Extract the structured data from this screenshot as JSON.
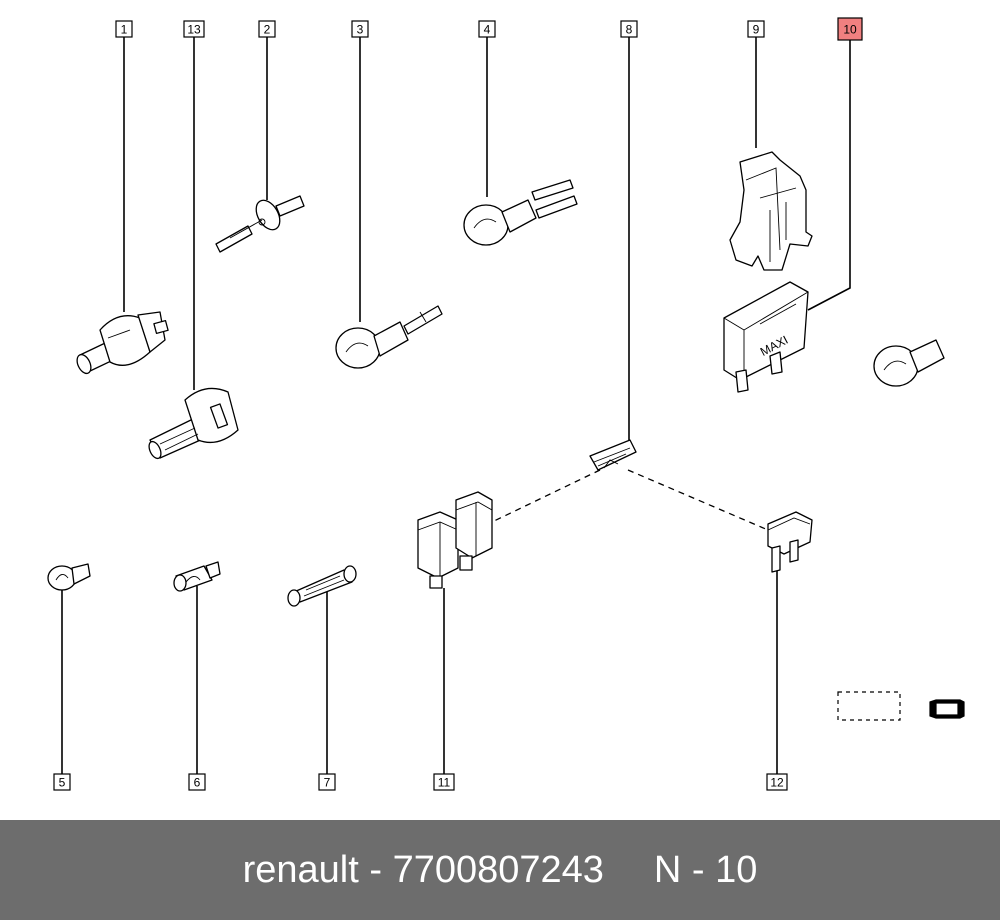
{
  "callouts": [
    {
      "id": "1",
      "label": "1",
      "highlighted": false
    },
    {
      "id": "13",
      "label": "13",
      "highlighted": false
    },
    {
      "id": "2",
      "label": "2",
      "highlighted": false
    },
    {
      "id": "3",
      "label": "3",
      "highlighted": false
    },
    {
      "id": "4",
      "label": "4",
      "highlighted": false
    },
    {
      "id": "8",
      "label": "8",
      "highlighted": false
    },
    {
      "id": "9",
      "label": "9",
      "highlighted": false
    },
    {
      "id": "10",
      "label": "10",
      "highlighted": true
    },
    {
      "id": "5",
      "label": "5",
      "highlighted": false
    },
    {
      "id": "6",
      "label": "6",
      "highlighted": false
    },
    {
      "id": "7",
      "label": "7",
      "highlighted": false
    },
    {
      "id": "11",
      "label": "11",
      "highlighted": false
    },
    {
      "id": "12",
      "label": "12",
      "highlighted": false
    }
  ],
  "maxi_fuse_text": "MAXI",
  "footer": {
    "part_text": "renault - 7700807243",
    "ref_text": "N - 10"
  },
  "colors": {
    "highlight": "#f08080",
    "footer_bg": "#6d6d6d",
    "footer_text": "#ffffff"
  }
}
